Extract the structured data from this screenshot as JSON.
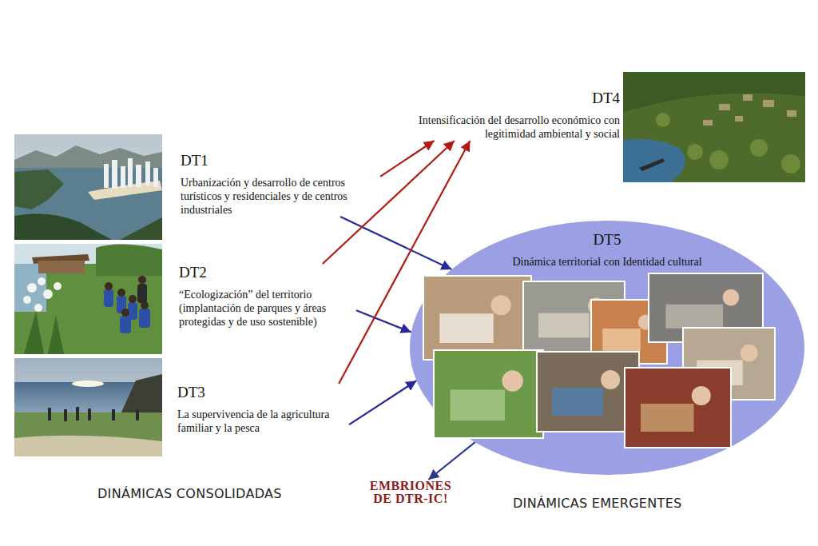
{
  "diagram": {
    "nodes": [
      {
        "text": [
          "DT1",
          "Urbanización y desarrollo de centros turísticos y residenciales y de centros industriales"
        ]
      },
      {
        "text": [
          "DT2",
          "“Ecologización” del territorio (implantación de parques y áreas protegidas y de uso sostenible)"
        ]
      },
      {
        "text": [
          "DT3",
          "La supervivencia de la agricultura familiar y la pesca"
        ]
      },
      {
        "text": [
          "DT4",
          "Intensificación del desarrollo económico con legitimidad ambiental y social"
        ]
      },
      {
        "text": [
          "DT5",
          "Dinámica territorial con Identidad cultural"
        ]
      },
      {
        "text": [
          "EMBRIONES DE DTR-IC!"
        ]
      }
    ],
    "edges": [
      {
        "from": 0,
        "to": 3,
        "arrow": "to"
      },
      {
        "from": 0,
        "to": 4,
        "arrow": "to"
      },
      {
        "from": 1,
        "to": 3,
        "arrow": "to"
      },
      {
        "from": 1,
        "to": 4,
        "arrow": "to"
      },
      {
        "from": 2,
        "to": 3,
        "arrow": "to"
      },
      {
        "from": 2,
        "to": 4,
        "arrow": "to"
      },
      {
        "from": 4,
        "to": 5,
        "arrow": "to"
      }
    ],
    "labels": [
      "DINÁMICAS CONSOLIDADAS",
      "DINÁMICAS EMERGENTES"
    ]
  }
}
